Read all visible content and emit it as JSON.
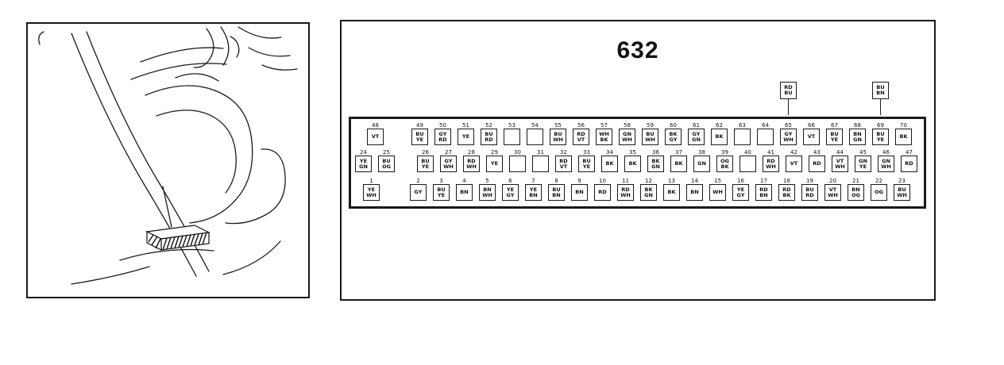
{
  "left_panel": {
    "illustration": "car-interior-connector-location"
  },
  "right_panel": {
    "title": "632",
    "callouts": [
      {
        "line1": "RD",
        "line2": "BU",
        "target_pin": 65
      },
      {
        "line1": "BU",
        "line2": "BN",
        "target_pin": 69
      }
    ],
    "connector": {
      "rows": [
        {
          "groups": [
            [
              {
                "num": 48,
                "code": "VT"
              }
            ],
            [
              {
                "num": 49,
                "code": "BU/YE"
              },
              {
                "num": 50,
                "code": "GY/RD"
              },
              {
                "num": 51,
                "code": "YE"
              },
              {
                "num": 52,
                "code": "BU/RD"
              },
              {
                "num": 53,
                "code": ""
              },
              {
                "num": 54,
                "code": ""
              },
              {
                "num": 55,
                "code": "BU/WH"
              },
              {
                "num": 56,
                "code": "RD/VT"
              },
              {
                "num": 57,
                "code": "WH/BK"
              },
              {
                "num": 58,
                "code": "GN/WH"
              },
              {
                "num": 59,
                "code": "BU/WH"
              },
              {
                "num": 60,
                "code": "BK/GY"
              },
              {
                "num": 61,
                "code": "GY/GN"
              },
              {
                "num": 62,
                "code": "BK"
              },
              {
                "num": 63,
                "code": ""
              },
              {
                "num": 64,
                "code": ""
              },
              {
                "num": 65,
                "code": "GY/WH"
              },
              {
                "num": 66,
                "code": "VT"
              },
              {
                "num": 67,
                "code": "BU/YE"
              },
              {
                "num": 68,
                "code": "BN/GN"
              },
              {
                "num": 69,
                "code": "BU/YE"
              },
              {
                "num": 70,
                "code": "BK"
              }
            ]
          ]
        },
        {
          "groups": [
            [
              {
                "num": 24,
                "code": "YE/GN"
              },
              {
                "num": 25,
                "code": "BU/OG"
              }
            ],
            [
              {
                "num": 26,
                "code": "BU/YE"
              },
              {
                "num": 27,
                "code": "GY/WH"
              },
              {
                "num": 28,
                "code": "RD/WH"
              },
              {
                "num": 29,
                "code": "YE"
              },
              {
                "num": 30,
                "code": ""
              },
              {
                "num": 31,
                "code": ""
              },
              {
                "num": 32,
                "code": "RD/VT"
              },
              {
                "num": 33,
                "code": "BU/YE"
              },
              {
                "num": 34,
                "code": "BK"
              },
              {
                "num": 35,
                "code": "BK"
              },
              {
                "num": 36,
                "code": "BK/GN"
              },
              {
                "num": 37,
                "code": "BK"
              },
              {
                "num": 38,
                "code": "GN"
              },
              {
                "num": 39,
                "code": "OG/BK"
              },
              {
                "num": 40,
                "code": ""
              },
              {
                "num": 41,
                "code": "RD/WH"
              },
              {
                "num": 42,
                "code": "VT"
              },
              {
                "num": 43,
                "code": "RD"
              },
              {
                "num": 44,
                "code": "VT/WH"
              },
              {
                "num": 45,
                "code": "GN/YE"
              },
              {
                "num": 46,
                "code": "GN/WH"
              },
              {
                "num": 47,
                "code": "RD"
              }
            ]
          ]
        },
        {
          "groups": [
            [
              {
                "num": 1,
                "code": "YE/WH"
              }
            ],
            [
              {
                "num": 2,
                "code": "GY"
              },
              {
                "num": 3,
                "code": "BU/YE"
              },
              {
                "num": 4,
                "code": "BN"
              },
              {
                "num": 5,
                "code": "BN/WH"
              },
              {
                "num": 6,
                "code": "YE/GY"
              },
              {
                "num": 7,
                "code": "YE/BN"
              },
              {
                "num": 8,
                "code": "BU/BN"
              },
              {
                "num": 9,
                "code": "BN"
              },
              {
                "num": 10,
                "code": "RD"
              },
              {
                "num": 11,
                "code": "RD/WH"
              },
              {
                "num": 12,
                "code": "BK/GN"
              },
              {
                "num": 13,
                "code": "BK"
              },
              {
                "num": 14,
                "code": "BN"
              },
              {
                "num": 15,
                "code": "WH"
              },
              {
                "num": 16,
                "code": "YE/GY"
              },
              {
                "num": 17,
                "code": "RD/BN"
              },
              {
                "num": 18,
                "code": "RD/BK"
              },
              {
                "num": 19,
                "code": "BU/RD"
              },
              {
                "num": 20,
                "code": "VT/WH"
              },
              {
                "num": 21,
                "code": "BN/OG"
              },
              {
                "num": 22,
                "code": "OG"
              },
              {
                "num": 23,
                "code": "BU/WH"
              }
            ]
          ]
        }
      ]
    }
  }
}
